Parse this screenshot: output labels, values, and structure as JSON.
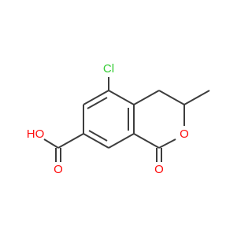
{
  "atoms": {
    "chlorine": "Cl",
    "ring_oxygen": "O",
    "carbonyl_oxygen": "O",
    "acid_carbonyl_oxygen": "O",
    "hydroxyl": "HO"
  },
  "colors": {
    "bond": "#3d3d3d",
    "chlorine": "#33cc33",
    "oxygen": "#ff0d0d",
    "background": "#ffffff"
  }
}
